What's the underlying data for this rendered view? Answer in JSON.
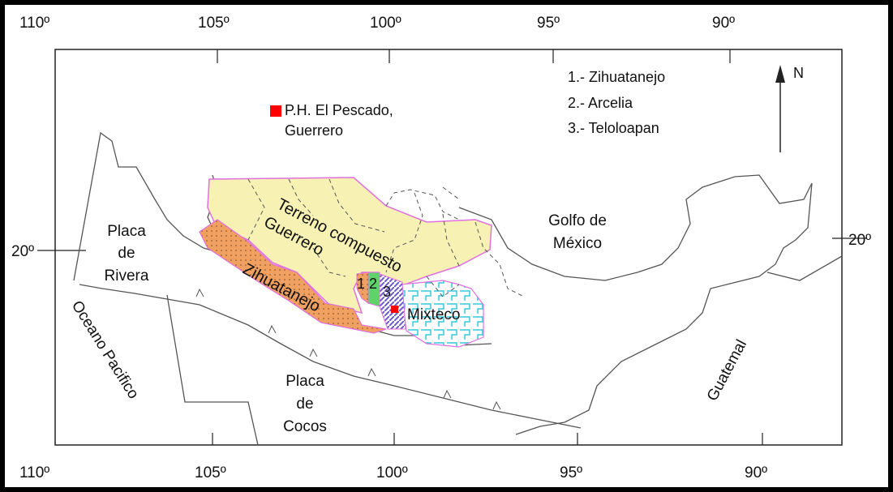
{
  "map": {
    "top_longitudes": [
      "110º",
      "105º",
      "100º",
      "95º",
      "90º"
    ],
    "bottom_longitudes": [
      "110º",
      "105º",
      "100º",
      "95º",
      "90º"
    ],
    "left_latitude": "20º",
    "right_latitude": "20º",
    "north_label": "N",
    "site": {
      "line1": "P.H. El Pescado,",
      "line2": "Guerrero"
    },
    "legend": {
      "item1": "1.- Zihuatanejo",
      "item2": "2.- Arcelia",
      "item3": "3.- Teloloapan"
    },
    "regions": {
      "placa_rivera_1": "Placa",
      "placa_rivera_2": "de",
      "placa_rivera_3": "Rivera",
      "placa_cocos_1": "Placa",
      "placa_cocos_2": "de",
      "placa_cocos_3": "Cocos",
      "golfo_1": "Golfo de",
      "golfo_2": "México",
      "oceano": "Oceano Pacifico",
      "guatemala": "Guatemal"
    },
    "terranes": {
      "guerrero_1": "Terreno compuesto",
      "guerrero_2": "Guerrero",
      "zihuatanejo": "Zihuatanejo",
      "mixteco": "Mixteco",
      "sub1": "1",
      "sub2": "2",
      "sub3": "3"
    },
    "colors": {
      "guerrero_fill": "#f7f2b3",
      "zihuatanejo_fill": "#f0a060",
      "mixteco_pattern": "#33c8e0",
      "arcelia_fill": "#5fd36a",
      "teloloapan_fill": "#6a5acd",
      "terrane_outline": "#e070e0",
      "site_marker": "#ff0000"
    }
  }
}
